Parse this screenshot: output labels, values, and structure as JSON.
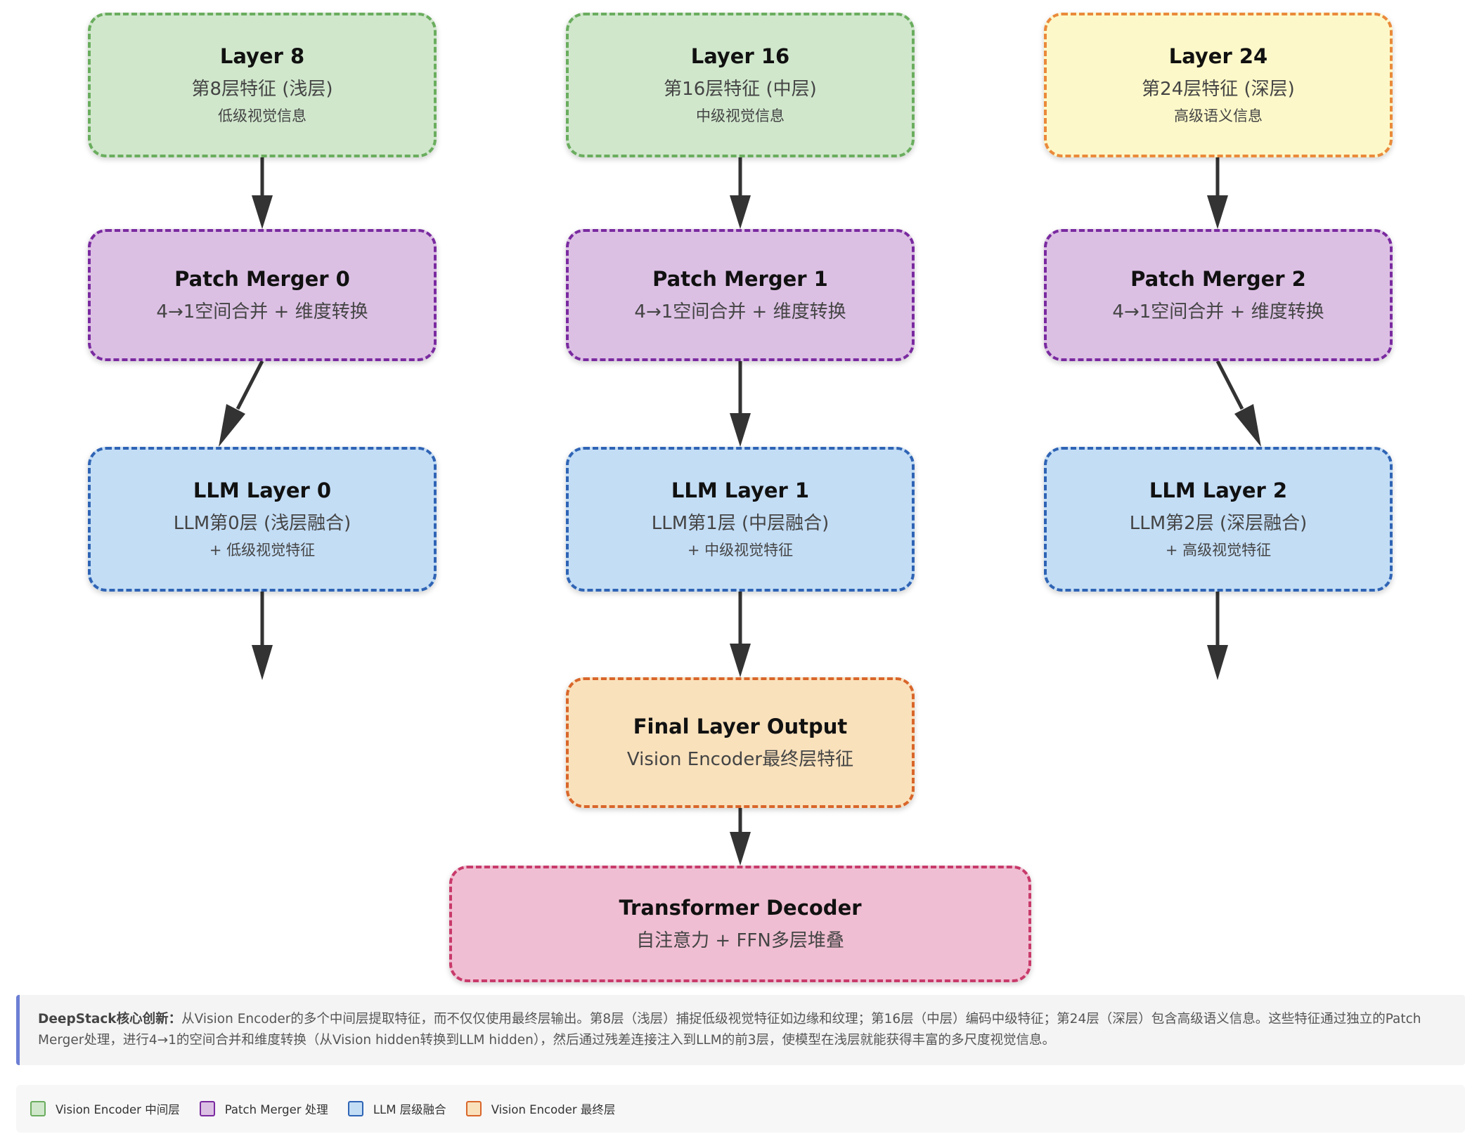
{
  "columns": [
    {
      "layer": {
        "title": "Layer 8",
        "sub": "第8层特征 (浅层)",
        "small": "低级视觉信息"
      },
      "merger": {
        "title": "Patch Merger 0",
        "sub": "4→1空间合并 + 维度转换"
      },
      "llm": {
        "title": "LLM Layer 0",
        "sub": "LLM第0层 (浅层融合)",
        "small": "+ 低级视觉特征"
      }
    },
    {
      "layer": {
        "title": "Layer 16",
        "sub": "第16层特征 (中层)",
        "small": "中级视觉信息"
      },
      "merger": {
        "title": "Patch Merger 1",
        "sub": "4→1空间合并 + 维度转换"
      },
      "llm": {
        "title": "LLM Layer 1",
        "sub": "LLM第1层 (中层融合)",
        "small": "+ 中级视觉特征"
      }
    },
    {
      "layer": {
        "title": "Layer 24",
        "sub": "第24层特征 (深层)",
        "small": "高级语义信息"
      },
      "merger": {
        "title": "Patch Merger 2",
        "sub": "4→1空间合并 + 维度转换"
      },
      "llm": {
        "title": "LLM Layer 2",
        "sub": "LLM第2层 (深层融合)",
        "small": "+ 高级视觉特征"
      }
    }
  ],
  "final": {
    "title": "Final Layer Output",
    "sub": "Vision Encoder最终层特征"
  },
  "decoder": {
    "title": "Transformer Decoder",
    "sub": "自注意力 + FFN多层堆叠"
  },
  "note": {
    "label": "DeepStack核心创新：",
    "text": "从Vision Encoder的多个中间层提取特征，而不仅仅使用最终层输出。第8层（浅层）捕捉低级视觉特征如边缘和纹理；第16层（中层）编码中级特征；第24层（深层）包含高级语义信息。这些特征通过独立的Patch Merger处理，进行4→1的空间合并和维度转换（从Vision hidden转换到LLM hidden），然后通过残差连接注入到LLM的前3层，使模型在浅层就能获得丰富的多尺度视觉信息。"
  },
  "legend": [
    {
      "label": "Vision Encoder 中间层",
      "fill": "#d0e7cc",
      "stroke": "#6aad5e"
    },
    {
      "label": "Patch Merger 处理",
      "fill": "#dcc0e4",
      "stroke": "#7a2aa0"
    },
    {
      "label": "LLM 层级融合",
      "fill": "#c3ddf5",
      "stroke": "#2f64b5"
    },
    {
      "label": "Vision Encoder 最终层",
      "fill": "#f9e1bc",
      "stroke": "#d9662a"
    }
  ]
}
